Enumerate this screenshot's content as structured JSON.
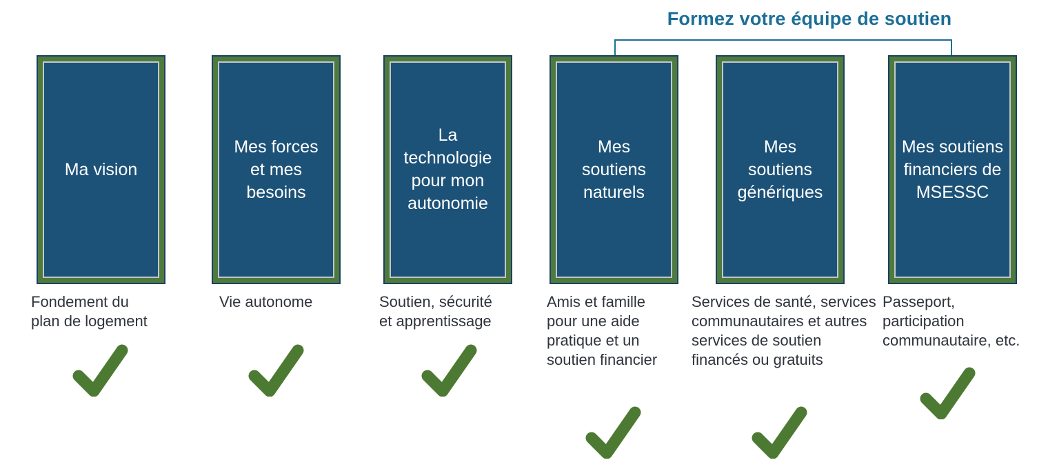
{
  "bracket": {
    "title": "Formez votre équipe de soutien",
    "spans_cards": [
      "soutiens-naturels",
      "soutiens-generiques",
      "soutiens-financiers"
    ]
  },
  "colors": {
    "card_fill": "#1D5278",
    "card_green_border": "#4E7A3E",
    "card_outer_line": "#1B4163",
    "card_inner_line": "#C2C7CA",
    "bracket_blue": "#1C6E96",
    "check_green": "#4C7A33",
    "caption_text": "#2F333C",
    "card_text": "#FFFFFF"
  },
  "cards": [
    {
      "id": "ma-vision",
      "label": "Ma vision",
      "caption": "Fondement du\nplan de logement",
      "checked": true
    },
    {
      "id": "mes-forces",
      "label": "Mes forces\net mes\nbesoins",
      "caption": "Vie autonome",
      "checked": true
    },
    {
      "id": "technologie",
      "label": "La\ntechnologie\npour mon\nautonomie",
      "caption": "Soutien, sécurité\net apprentissage",
      "checked": true
    },
    {
      "id": "soutiens-naturels",
      "label": "Mes\nsoutiens\nnaturels",
      "caption": "Amis et famille\npour une aide\npratique et un\nsoutien financier",
      "checked": true
    },
    {
      "id": "soutiens-generiques",
      "label": "Mes\nsoutiens\ngénériques",
      "caption": "Services de santé, services\ncommunautaires et autres\nservices de soutien\nfinancés ou gratuits",
      "checked": true
    },
    {
      "id": "soutiens-financiers",
      "label": "Mes soutiens\nfinanciers de\nMSESSC",
      "caption": "Passeport,\nparticipation\ncommunautaire, etc.",
      "checked": true
    }
  ],
  "checkmark": {
    "meaning": "completed / included",
    "color": "#4C7A33"
  }
}
